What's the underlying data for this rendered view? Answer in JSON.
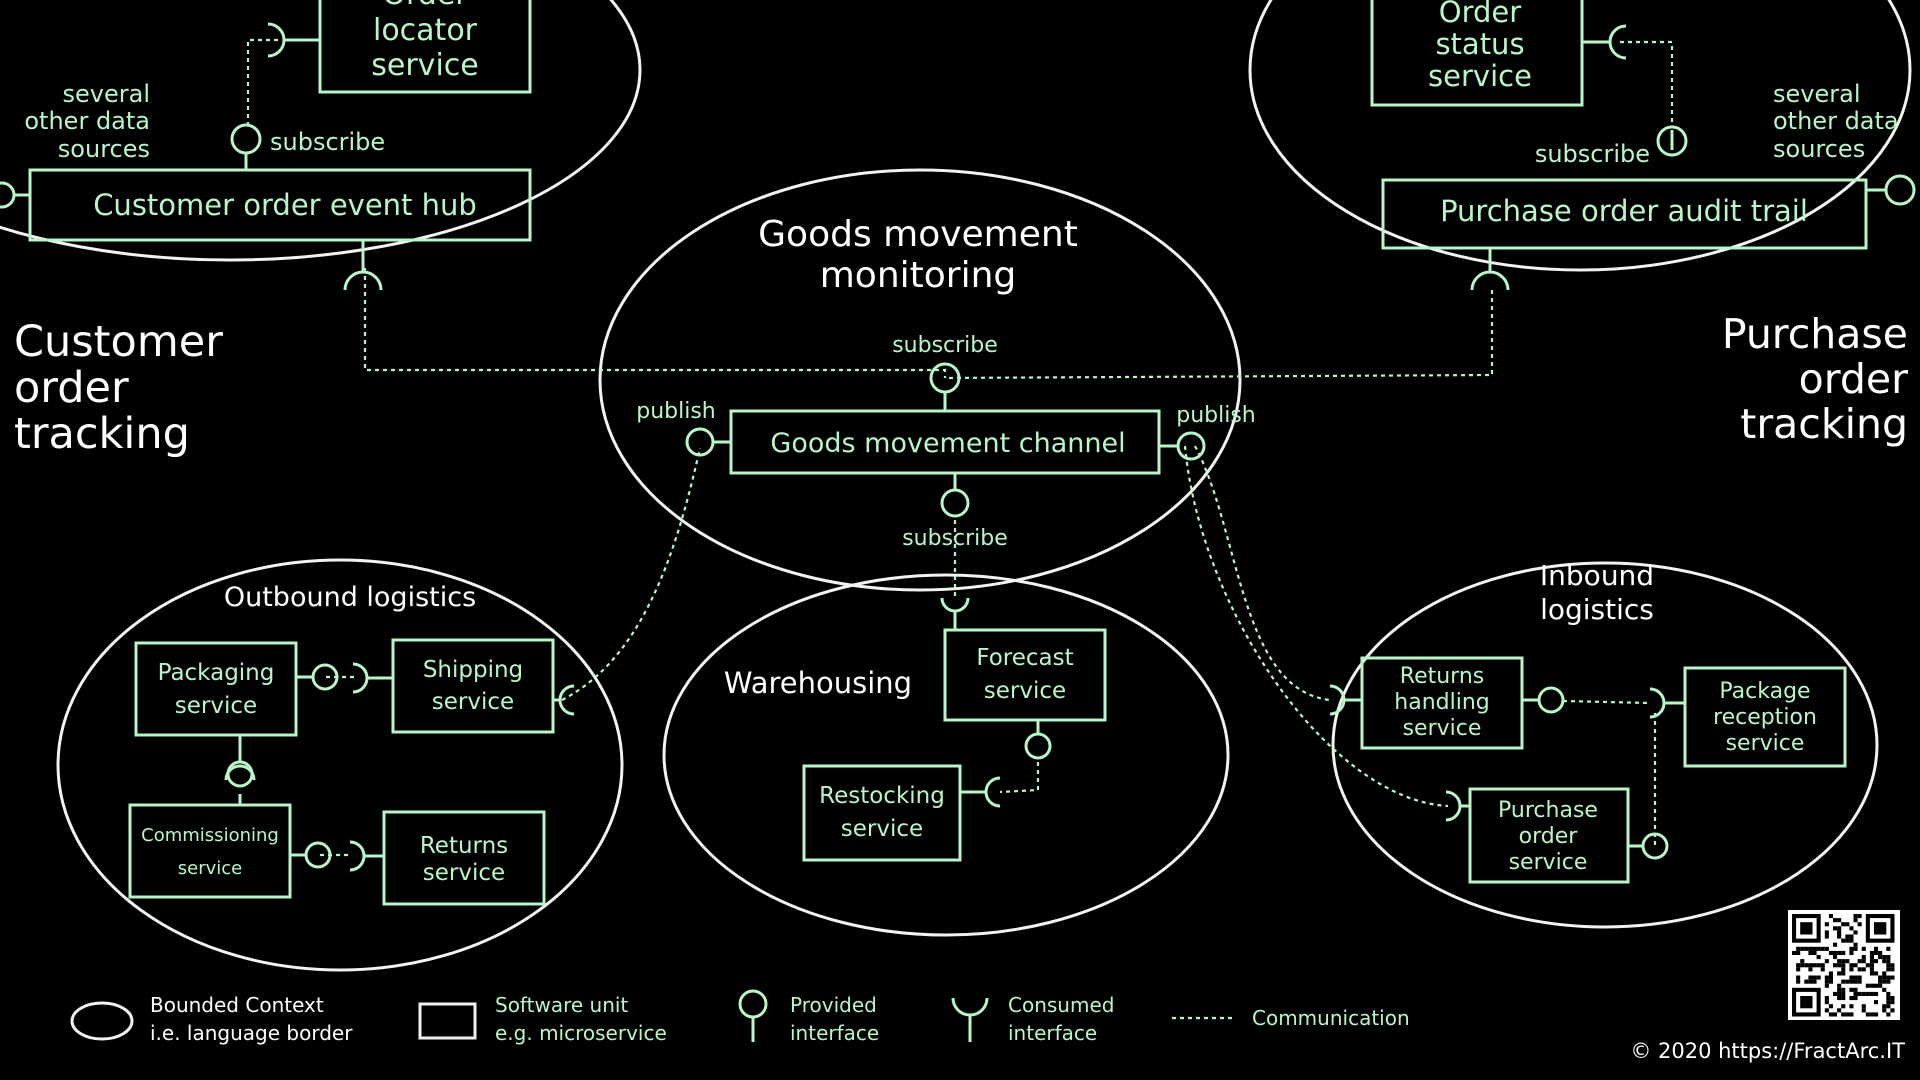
{
  "colors": {
    "background": "#000000",
    "white": "#f0f3ee",
    "green": "#b9f5c9"
  },
  "contexts": {
    "customer_order_tracking": [
      "Customer",
      "order",
      "tracking"
    ],
    "purchase_order_tracking": [
      "Purchase",
      "order",
      "tracking"
    ],
    "goods_movement_monitoring": [
      "Goods movement",
      "monitoring"
    ],
    "outbound_logistics": "Outbound logistics",
    "warehousing": "Warehousing",
    "inbound_logistics": [
      "Inbound",
      "logistics"
    ]
  },
  "units": {
    "order_locator": [
      "Order",
      "locator",
      "service"
    ],
    "customer_order_event_hub": "Customer order event hub",
    "order_status": [
      "Order",
      "status",
      "service"
    ],
    "purchase_order_audit_trail": "Purchase order audit trail",
    "goods_movement_channel": "Goods movement channel",
    "packaging": [
      "Packaging",
      "service"
    ],
    "shipping": [
      "Shipping",
      "service"
    ],
    "commissioning": [
      "Commissioning",
      "service"
    ],
    "returns": [
      "Returns",
      "service"
    ],
    "forecast": [
      "Forecast",
      "service"
    ],
    "restocking": [
      "Restocking",
      "service"
    ],
    "returns_handling": [
      "Returns",
      "handling",
      "service"
    ],
    "package_reception": [
      "Package",
      "reception",
      "service"
    ],
    "purchase_order_service": [
      "Purchase",
      "order",
      "service"
    ]
  },
  "labels": {
    "several_left": [
      "several",
      "other data",
      "sources"
    ],
    "several_right": [
      "several",
      "other data",
      "sources"
    ],
    "subscribe": "subscribe",
    "publish": "publish"
  },
  "legend": {
    "bounded_context": [
      "Bounded Context",
      "i.e. language border"
    ],
    "software_unit": [
      "Software unit",
      "e.g. microservice"
    ],
    "provided_interface": [
      "Provided",
      "interface"
    ],
    "consumed_interface": [
      "Consumed",
      "interface"
    ],
    "communication": "Communication"
  },
  "copyright": "© 2020 https://FractArc.IT"
}
